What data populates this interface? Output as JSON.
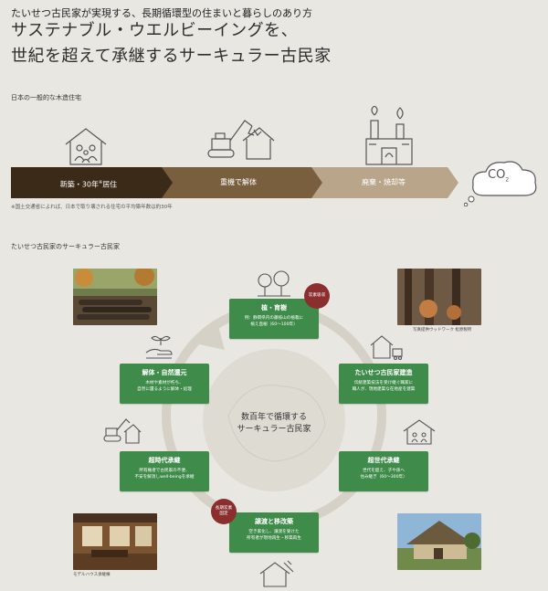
{
  "header": {
    "subtitle": "たいせつ古民家が実現する、長期循環型の住まいと暮らしのあり方",
    "title_line1": "サステナブル・ウエルビーイングを、",
    "title_line2": "世紀を超えて承継するサーキュラー古民家"
  },
  "linear": {
    "section_label": "日本の一般的な木造住宅",
    "stages": [
      {
        "label": "新築・30年",
        "sup": "※",
        "label_after": "居住"
      },
      {
        "label": "重機で解体"
      },
      {
        "label": "廃棄・焼却等"
      }
    ],
    "co2": "CO",
    "co2_sub": "2",
    "note": "※国土交通省によれば、日本で取り壊される住宅の平均築年数は約30年"
  },
  "circular": {
    "section_label": "たいせつ古民家のサーキュラー古民家",
    "center_line1": "数百年で循環する",
    "center_line2": "サーキュラー古民家",
    "nodes": [
      {
        "title": "植・育樹",
        "desc": "例：静岡県内の藤枝山の植栽に\n植え直樹（60〜100年）"
      },
      {
        "title": "たいせつ古民家建造",
        "desc": "伝統建築技法を受け継ぐ職家に\n職人が、現地建築な在地産を建築"
      },
      {
        "title": "超世代承継",
        "desc": "世代を超え、子や孫へ\n住み継ぎ（60〜300年）"
      },
      {
        "title": "譲渡と移改築",
        "desc": "空き家化し、譲渡を受けた\n所有者が現地再生・移築再生"
      },
      {
        "title": "超時代承継",
        "desc": "所有権者で古民家の不便、\n不安を解消しwell-beingを承継"
      },
      {
        "title": "解体・自然還元",
        "desc": "木材や素材が朽ち、\n自然に還るように解体・処理"
      }
    ],
    "badges": [
      {
        "text": "炭素吸収"
      },
      {
        "text": "長期炭素\n固定"
      }
    ],
    "photo_captions": {
      "forest_top_right": "写真提供ウッドワーク 松原製所",
      "model_house": "モデルハウス承継棟"
    }
  },
  "colors": {
    "bg": "#e9e7e2",
    "arrow_dark": "#3c2a18",
    "arrow_mid": "#7a5f3f",
    "arrow_light": "#b9a68a",
    "green": "#3f8b4a",
    "badge": "#8a2e2e"
  }
}
